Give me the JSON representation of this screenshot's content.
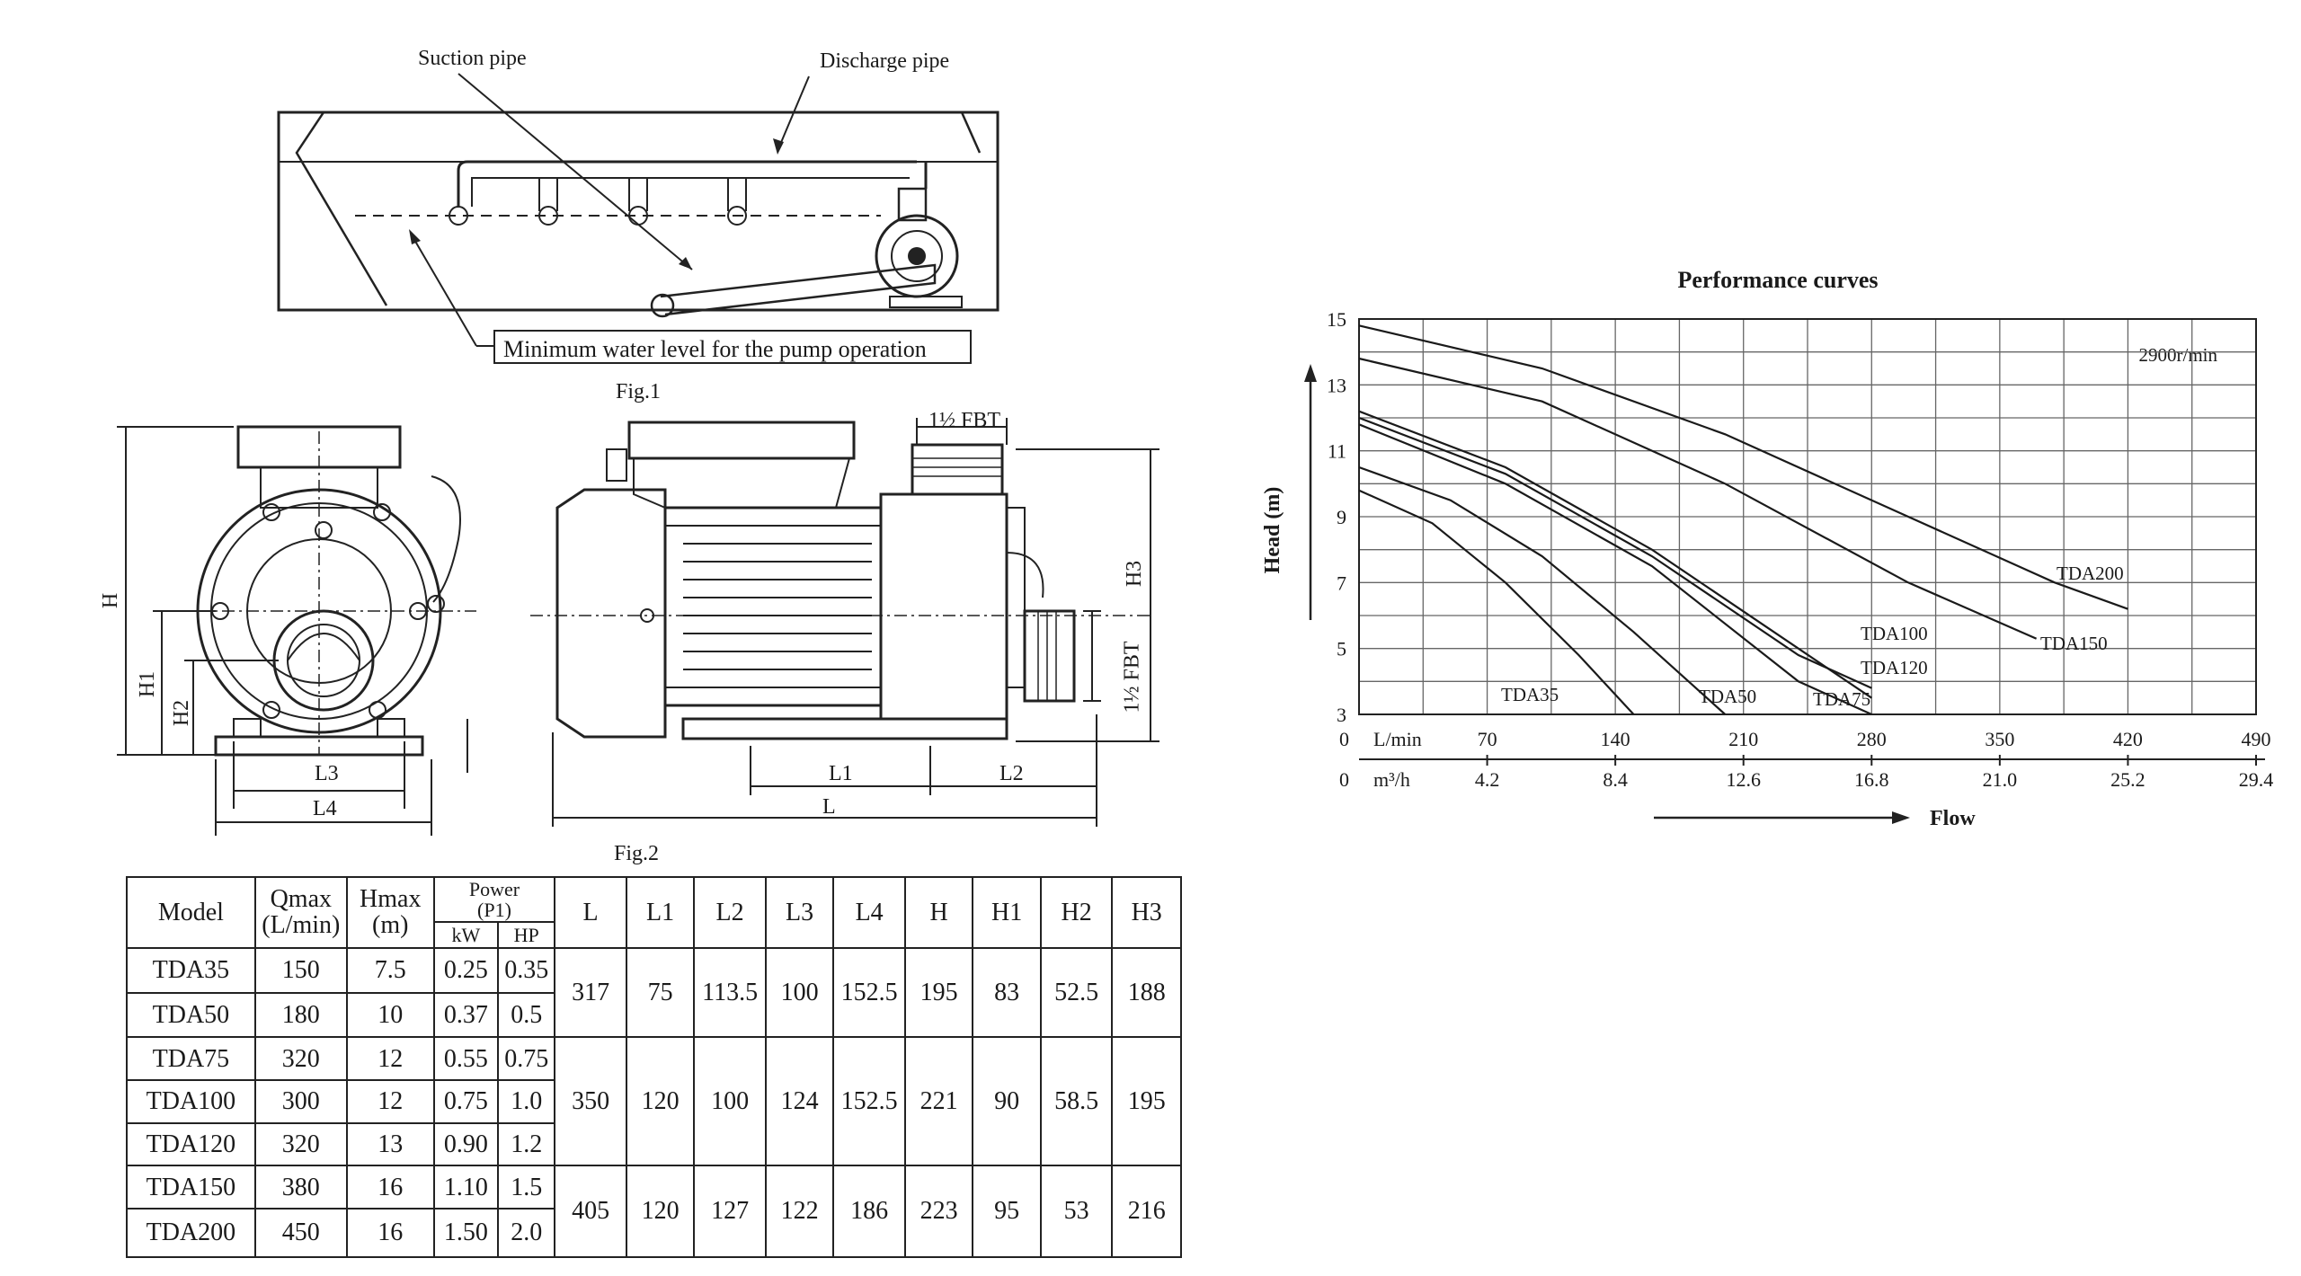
{
  "fig1": {
    "suction_label": "Suction pipe",
    "discharge_label": "Discharge pipe",
    "water_level_label": "Minimum water level for the pump operation",
    "caption": "Fig.1"
  },
  "fig2": {
    "caption": "Fig.2",
    "labels": {
      "H": "H",
      "H1": "H1",
      "H2": "H2",
      "H3": "H3",
      "L": "L",
      "L1": "L1",
      "L2": "L2",
      "L3": "L3",
      "L4": "L4",
      "fbt_top": "1½ FBT",
      "fbt_side": "1½ FBT"
    }
  },
  "table": {
    "headers": {
      "model": "Model",
      "qmax": "Qmax",
      "qmax_unit": "(L/min)",
      "hmax": "Hmax",
      "hmax_unit": "(m)",
      "power": "Power",
      "power_sub": "(P1)",
      "kw": "kW",
      "hp": "HP",
      "dims": [
        "L",
        "L1",
        "L2",
        "L3",
        "L4",
        "H",
        "H1",
        "H2",
        "H3"
      ]
    },
    "rows": [
      {
        "model": "TDA35",
        "qmax": "150",
        "hmax": "7.5",
        "kw": "0.25",
        "hp": "0.35"
      },
      {
        "model": "TDA50",
        "qmax": "180",
        "hmax": "10",
        "kw": "0.37",
        "hp": "0.5"
      },
      {
        "model": "TDA75",
        "qmax": "320",
        "hmax": "12",
        "kw": "0.55",
        "hp": "0.75"
      },
      {
        "model": "TDA100",
        "qmax": "300",
        "hmax": "12",
        "kw": "0.75",
        "hp": "1.0"
      },
      {
        "model": "TDA120",
        "qmax": "320",
        "hmax": "13",
        "kw": "0.90",
        "hp": "1.2"
      },
      {
        "model": "TDA150",
        "qmax": "380",
        "hmax": "16",
        "kw": "1.10",
        "hp": "1.5"
      },
      {
        "model": "TDA200",
        "qmax": "450",
        "hmax": "16",
        "kw": "1.50",
        "hp": "2.0"
      }
    ],
    "dim_groups": [
      {
        "values": [
          "317",
          "75",
          "113.5",
          "100",
          "152.5",
          "195",
          "83",
          "52.5",
          "188"
        ]
      },
      {
        "values": [
          "350",
          "120",
          "100",
          "124",
          "152.5",
          "221",
          "90",
          "58.5",
          "195"
        ]
      },
      {
        "values": [
          "405",
          "120",
          "127",
          "122",
          "186",
          "223",
          "95",
          "53",
          "216"
        ]
      }
    ]
  },
  "chart_data": {
    "type": "line",
    "title": "Performance curves",
    "ylabel": "Head (m)",
    "xlabel": "Flow",
    "speed_note": "2900r/min",
    "x_unit_label": "L/min",
    "x2_unit_label": "m³/h",
    "x_origin_label": "0",
    "x2_origin_label": "0",
    "xlim": [
      0,
      490
    ],
    "ylim": [
      3,
      15
    ],
    "y_ticks": [
      3,
      5,
      7,
      9,
      11,
      13,
      15
    ],
    "x_ticks": [
      70,
      140,
      210,
      280,
      350,
      420,
      490
    ],
    "x2_ticks": [
      "4.2",
      "8.4",
      "12.6",
      "16.8",
      "21.0",
      "25.2",
      "29.4"
    ],
    "grid": true,
    "series": [
      {
        "name": "TDA35",
        "x": [
          0,
          40,
          80,
          120,
          150
        ],
        "y": [
          9.8,
          8.8,
          7.0,
          4.8,
          3.0
        ]
      },
      {
        "name": "TDA50",
        "x": [
          0,
          50,
          100,
          150,
          180,
          200
        ],
        "y": [
          10.5,
          9.5,
          7.8,
          5.5,
          4.0,
          3.0
        ]
      },
      {
        "name": "TDA75",
        "x": [
          0,
          80,
          160,
          240,
          280
        ],
        "y": [
          11.8,
          10.0,
          7.5,
          4.0,
          3.0
        ]
      },
      {
        "name": "TDA120",
        "x": [
          0,
          80,
          160,
          240,
          280
        ],
        "y": [
          12.2,
          10.5,
          8.0,
          5.0,
          3.5
        ]
      },
      {
        "name": "TDA100",
        "x": [
          0,
          80,
          160,
          240,
          280
        ],
        "y": [
          12.0,
          10.3,
          7.8,
          4.8,
          3.8
        ]
      },
      {
        "name": "TDA150",
        "x": [
          0,
          100,
          200,
          300,
          370
        ],
        "y": [
          13.8,
          12.5,
          10.0,
          7.0,
          5.3
        ]
      },
      {
        "name": "TDA200",
        "x": [
          0,
          100,
          200,
          300,
          380,
          420
        ],
        "y": [
          14.8,
          13.5,
          11.5,
          9.0,
          7.0,
          6.2
        ]
      }
    ],
    "labels": [
      "TDA35",
      "TDA50",
      "TDA75",
      "TDA120",
      "TDA100",
      "TDA150",
      "TDA200"
    ]
  }
}
